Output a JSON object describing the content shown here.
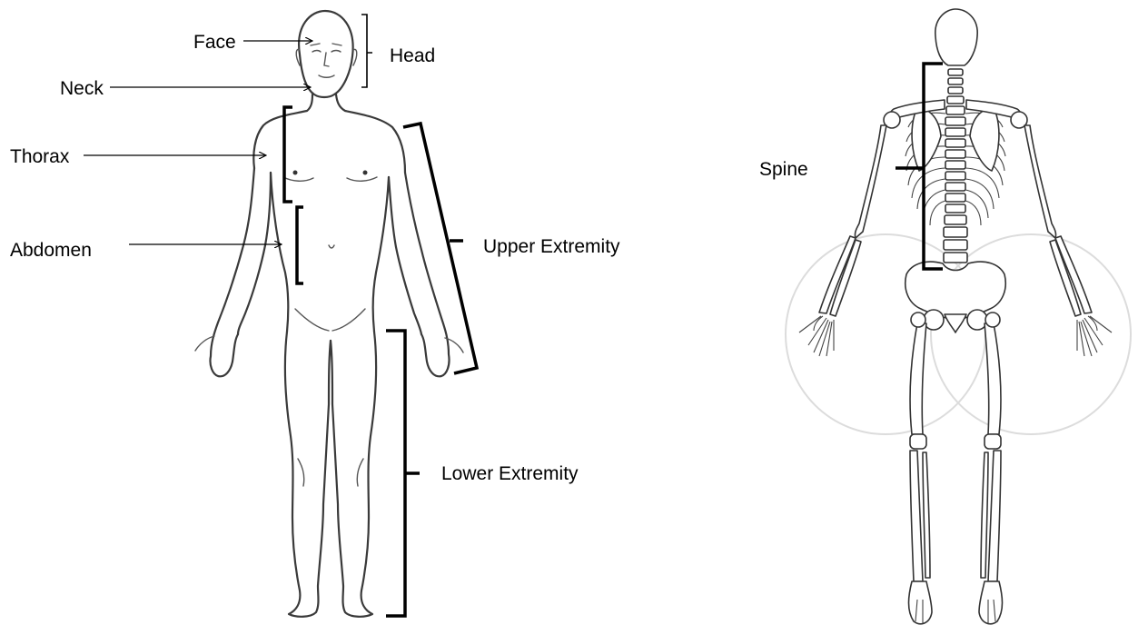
{
  "labels": {
    "face": "Face",
    "head": "Head",
    "neck": "Neck",
    "thorax": "Thorax",
    "abdomen": "Abdomen",
    "upper_extremity": "Upper Extremity",
    "lower_extremity": "Lower Extremity",
    "spine": "Spine"
  }
}
